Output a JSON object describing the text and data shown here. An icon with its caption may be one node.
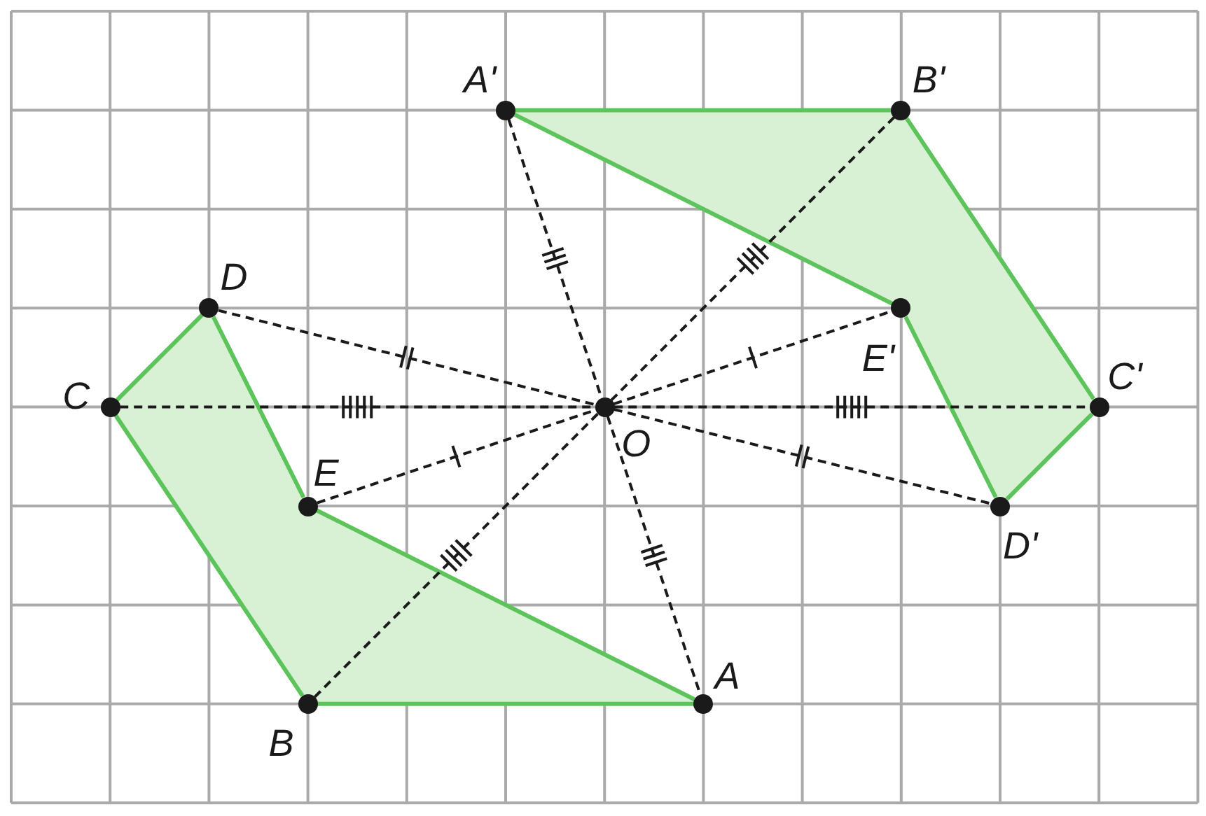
{
  "diagram": {
    "nodes": [
      {
        "text": [],
        "shape": "circle",
        "beside": [
          "A'"
        ]
      },
      {
        "text": [],
        "shape": "circle",
        "beside": [
          "B'"
        ]
      },
      {
        "text": [],
        "shape": "circle",
        "beside": [
          "D"
        ]
      },
      {
        "text": [],
        "shape": "circle",
        "beside": [
          "E'"
        ]
      },
      {
        "text": [],
        "shape": "circle",
        "beside": [
          "C"
        ]
      },
      {
        "text": [],
        "shape": "circle",
        "beside": [
          "O"
        ]
      },
      {
        "text": [],
        "shape": "circle",
        "beside": [
          "C'"
        ]
      },
      {
        "text": [],
        "shape": "circle",
        "beside": [
          "E"
        ]
      },
      {
        "text": [],
        "shape": "circle",
        "beside": [
          "D'"
        ]
      },
      {
        "text": [],
        "shape": "circle",
        "beside": [
          "B"
        ]
      },
      {
        "text": [],
        "shape": "circle",
        "beside": [
          "A"
        ]
      }
    ],
    "edges": [
      {
        "from": 10,
        "to": 9,
        "arrow": "none",
        "color": "#5cc45a"
      },
      {
        "from": 9,
        "to": 4,
        "arrow": "none",
        "color": "#5cc45a"
      },
      {
        "from": 4,
        "to": 2,
        "arrow": "none",
        "color": "#5cc45a"
      },
      {
        "from": 2,
        "to": 7,
        "arrow": "none",
        "color": "#5cc45a"
      },
      {
        "from": 7,
        "to": 10,
        "arrow": "none",
        "color": "#5cc45a"
      },
      {
        "from": 0,
        "to": 1,
        "arrow": "none",
        "color": "#5cc45a"
      },
      {
        "from": 1,
        "to": 6,
        "arrow": "none",
        "color": "#5cc45a"
      },
      {
        "from": 6,
        "to": 8,
        "arrow": "none",
        "color": "#5cc45a"
      },
      {
        "from": 8,
        "to": 3,
        "arrow": "none",
        "color": "#5cc45a"
      },
      {
        "from": 3,
        "to": 0,
        "arrow": "none",
        "color": "#5cc45a"
      },
      {
        "from": 0,
        "to": 5,
        "arrow": "none",
        "style": "dashed",
        "color": "#1a1a1a"
      },
      {
        "from": 5,
        "to": 10,
        "arrow": "none",
        "style": "dashed",
        "color": "#1a1a1a"
      },
      {
        "from": 1,
        "to": 5,
        "arrow": "none",
        "style": "dashed",
        "color": "#1a1a1a"
      },
      {
        "from": 5,
        "to": 9,
        "arrow": "none",
        "style": "dashed",
        "color": "#1a1a1a"
      },
      {
        "from": 4,
        "to": 5,
        "arrow": "none",
        "style": "dashed",
        "color": "#1a1a1a"
      },
      {
        "from": 5,
        "to": 6,
        "arrow": "none",
        "style": "dashed",
        "color": "#1a1a1a"
      },
      {
        "from": 2,
        "to": 5,
        "arrow": "none",
        "style": "dashed",
        "color": "#1a1a1a"
      },
      {
        "from": 5,
        "to": 8,
        "arrow": "none",
        "style": "dashed",
        "color": "#1a1a1a"
      },
      {
        "from": 7,
        "to": 5,
        "arrow": "none",
        "style": "dashed",
        "color": "#1a1a1a"
      },
      {
        "from": 5,
        "to": 3,
        "arrow": "none",
        "style": "dashed",
        "color": "#1a1a1a"
      }
    ]
  }
}
